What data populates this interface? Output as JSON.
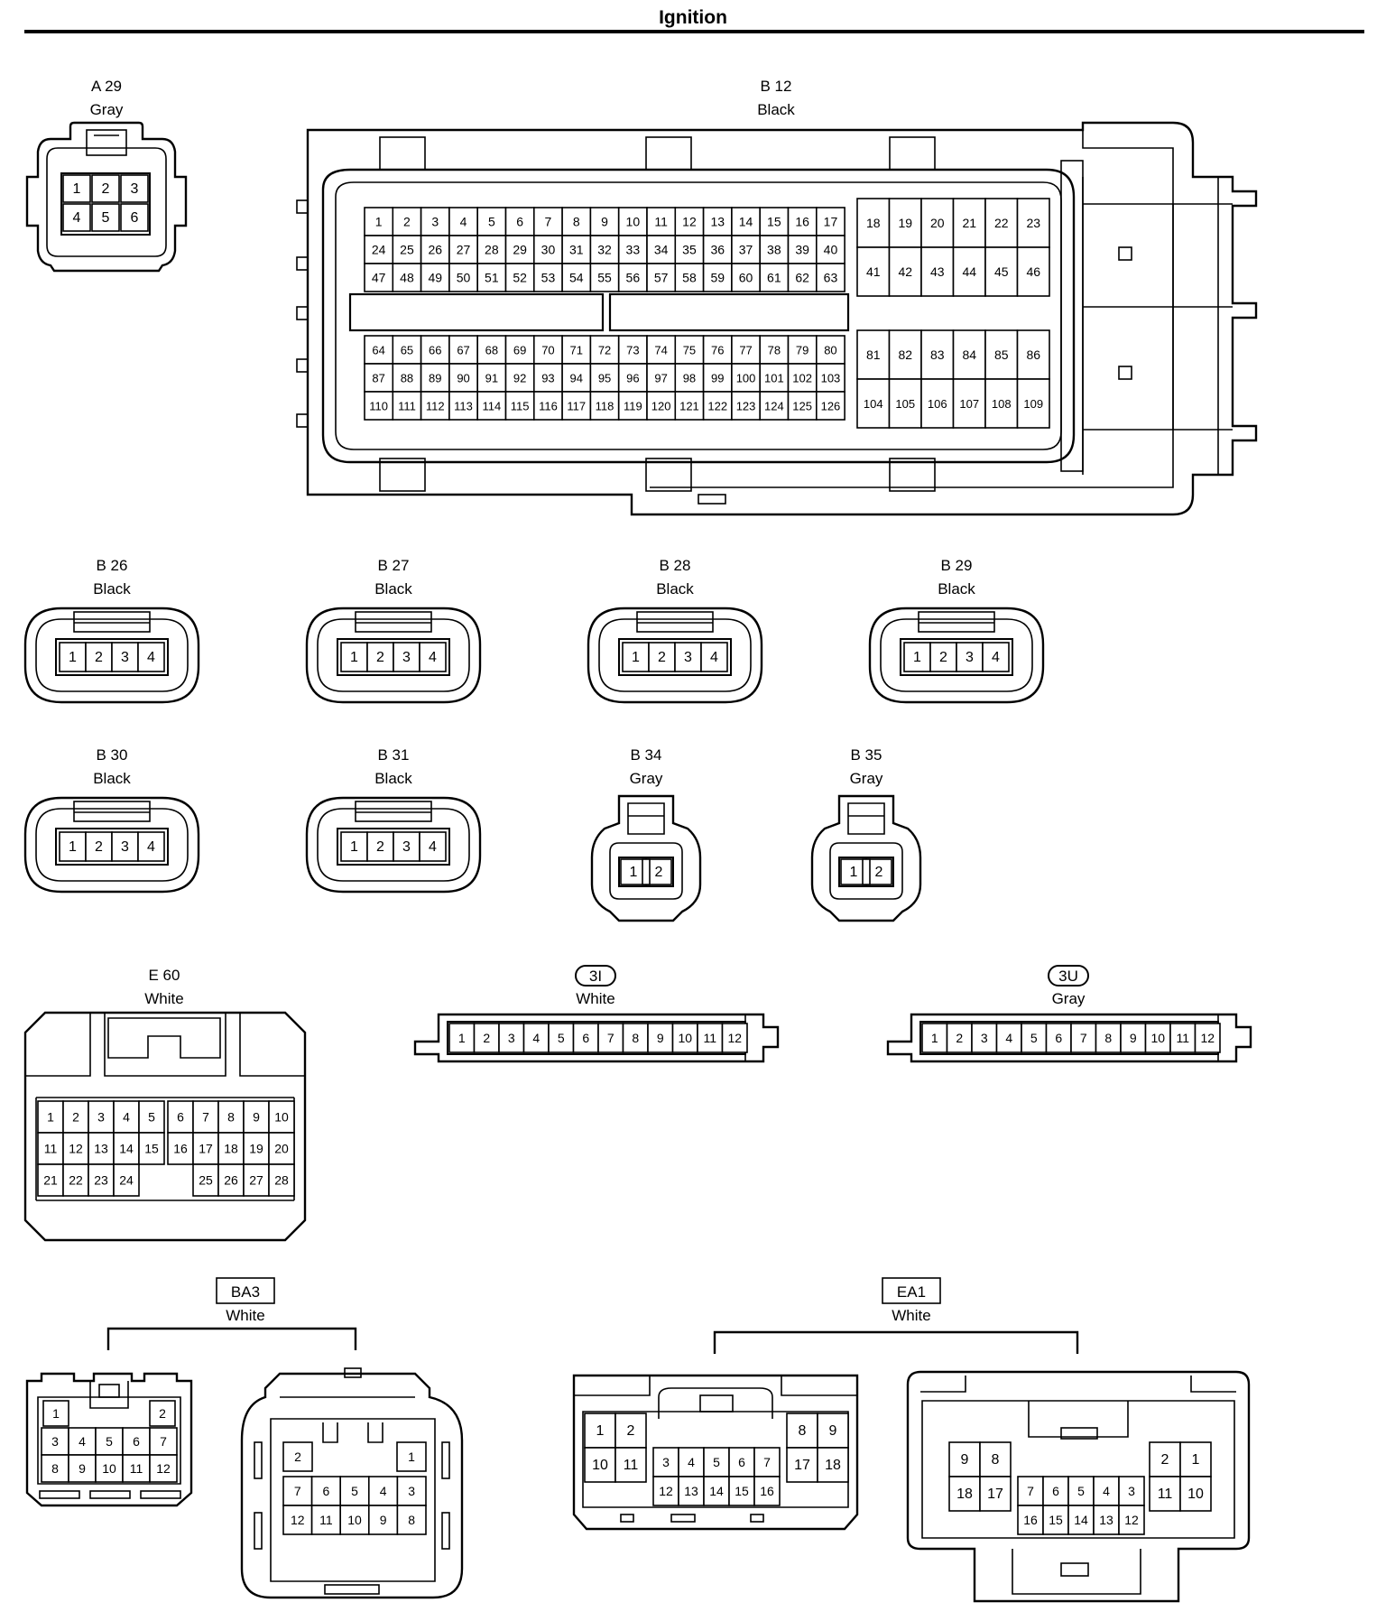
{
  "title": "Ignition",
  "connectors": {
    "A29": {
      "code": "A 29",
      "color": "Gray",
      "pins": [
        "1",
        "2",
        "3",
        "4",
        "5",
        "6"
      ]
    },
    "B12": {
      "code": "B 12",
      "color": "Black"
    },
    "B26": {
      "code": "B 26",
      "color": "Black",
      "pins": [
        "1",
        "2",
        "3",
        "4"
      ]
    },
    "B27": {
      "code": "B 27",
      "color": "Black",
      "pins": [
        "1",
        "2",
        "3",
        "4"
      ]
    },
    "B28": {
      "code": "B 28",
      "color": "Black",
      "pins": [
        "1",
        "2",
        "3",
        "4"
      ]
    },
    "B29": {
      "code": "B 29",
      "color": "Black",
      "pins": [
        "1",
        "2",
        "3",
        "4"
      ]
    },
    "B30": {
      "code": "B 30",
      "color": "Black",
      "pins": [
        "1",
        "2",
        "3",
        "4"
      ]
    },
    "B31": {
      "code": "B 31",
      "color": "Black",
      "pins": [
        "1",
        "2",
        "3",
        "4"
      ]
    },
    "B34": {
      "code": "B 34",
      "color": "Gray",
      "pins": [
        "1",
        "2"
      ]
    },
    "B35": {
      "code": "B 35",
      "color": "Gray",
      "pins": [
        "1",
        "2"
      ]
    },
    "E60": {
      "code": "E 60",
      "color": "White"
    },
    "3I": {
      "code": "3I",
      "color": "White",
      "pins": [
        "1",
        "2",
        "3",
        "4",
        "5",
        "6",
        "7",
        "8",
        "9",
        "10",
        "11",
        "12"
      ]
    },
    "3U": {
      "code": "3U",
      "color": "Gray",
      "pins": [
        "1",
        "2",
        "3",
        "4",
        "5",
        "6",
        "7",
        "8",
        "9",
        "10",
        "11",
        "12"
      ]
    },
    "BA3": {
      "code": "BA3",
      "color": "White"
    },
    "EA1": {
      "code": "EA1",
      "color": "White"
    }
  }
}
